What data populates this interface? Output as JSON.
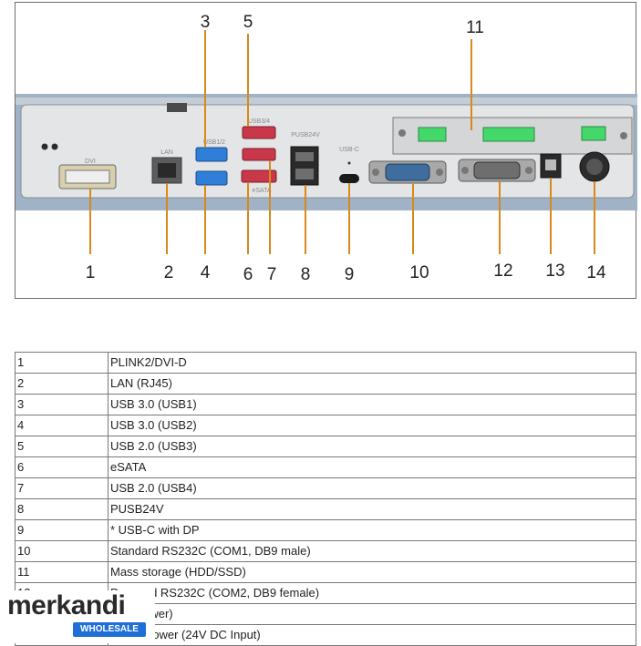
{
  "callouts": [
    "1",
    "2",
    "3",
    "4",
    "5",
    "6",
    "7",
    "8",
    "9",
    "10",
    "11",
    "12",
    "13",
    "14"
  ],
  "panel_text": {
    "dvi": "DVI",
    "lan": "LAN",
    "usb12": "USB1/2",
    "usb34": "USB3/4",
    "esata": "eSATA",
    "pusb24v": "PUSB24V",
    "usbc": "USB-C"
  },
  "table_rows": [
    {
      "num": "1",
      "desc": "PLINK2/DVI-D"
    },
    {
      "num": "2",
      "desc": "LAN (RJ45)"
    },
    {
      "num": "3",
      "desc": "USB 3.0 (USB1)"
    },
    {
      "num": "4",
      "desc": "USB 3.0 (USB2)"
    },
    {
      "num": "5",
      "desc": "USB 2.0 (USB3)"
    },
    {
      "num": "6",
      "desc": "eSATA"
    },
    {
      "num": "7",
      "desc": "USB 2.0 (USB4)"
    },
    {
      "num": "8",
      "desc": "PUSB24V"
    },
    {
      "num": "9",
      "desc": "* USB-C with DP"
    },
    {
      "num": "10",
      "desc": "Standard RS232C (COM1, DB9 male)"
    },
    {
      "num": "11",
      "desc": "Mass storage (HDD/SSD)"
    },
    {
      "num": "12",
      "desc": "Powered RS232C (COM2, DB9 female)"
    },
    {
      "num": "",
      "desc": "ash drawer)"
    },
    {
      "num": "",
      "desc": "tion to power (24V DC Input)"
    }
  ],
  "logo": {
    "word": "merkandi",
    "badge": "WHOLESALE"
  },
  "colors": {
    "usb3": "#2f7fd8",
    "usb2": "#c8374a",
    "storage": "#44d86a",
    "panel": "#e4e6e8"
  }
}
